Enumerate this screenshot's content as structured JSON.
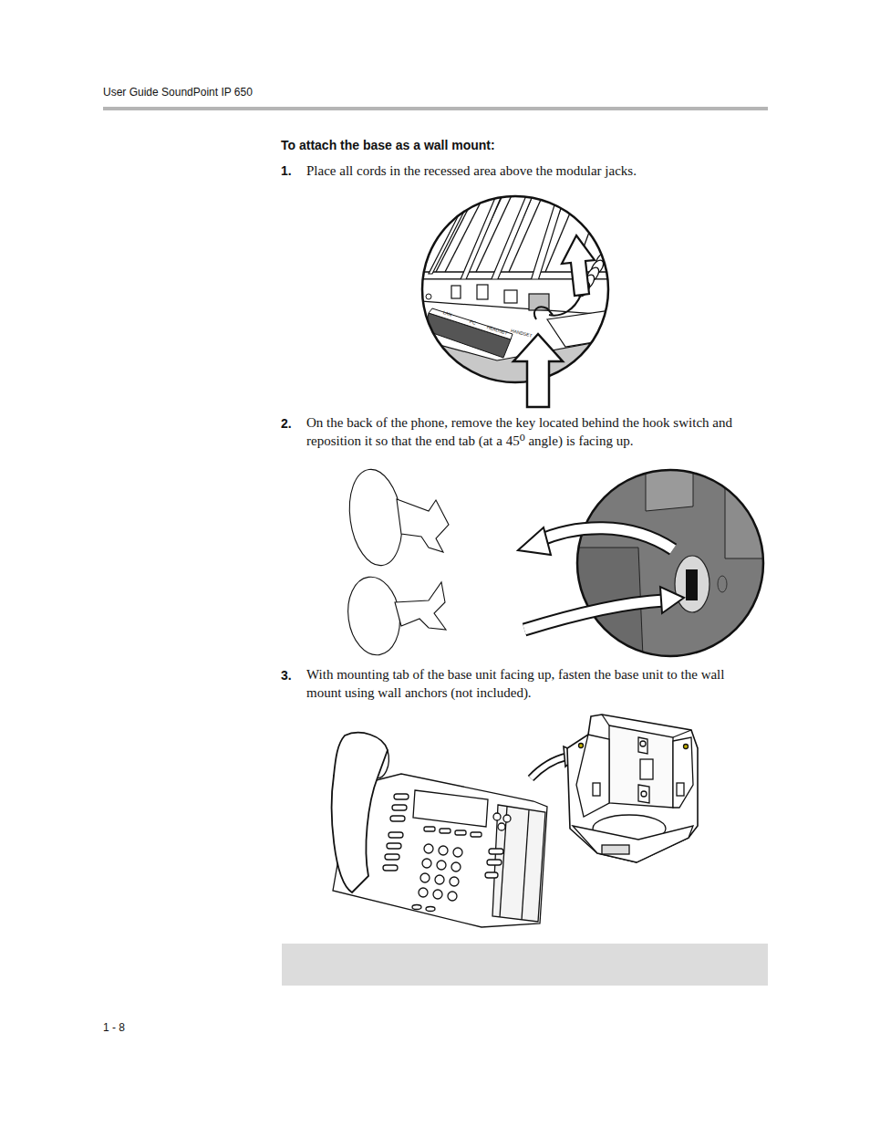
{
  "diagram": {
    "title": "To attach the base as a wall mount:",
    "labels": [
      "User Guide SoundPoint IP 650",
      "1.",
      "Place all cords in the recessed area above the modular jacks.",
      "LAN",
      "PC",
      "HEADSET",
      "HANDSET",
      "2.",
      "On the back of the phone, remove the key located behind the hook switch and reposition it so that the end tab (at a 45⁰ angle) is facing up.",
      "3.",
      "With mounting tab of the base unit facing up, fasten the base unit to the wall mount using wall anchors (not included).",
      "1 - 8"
    ]
  }
}
